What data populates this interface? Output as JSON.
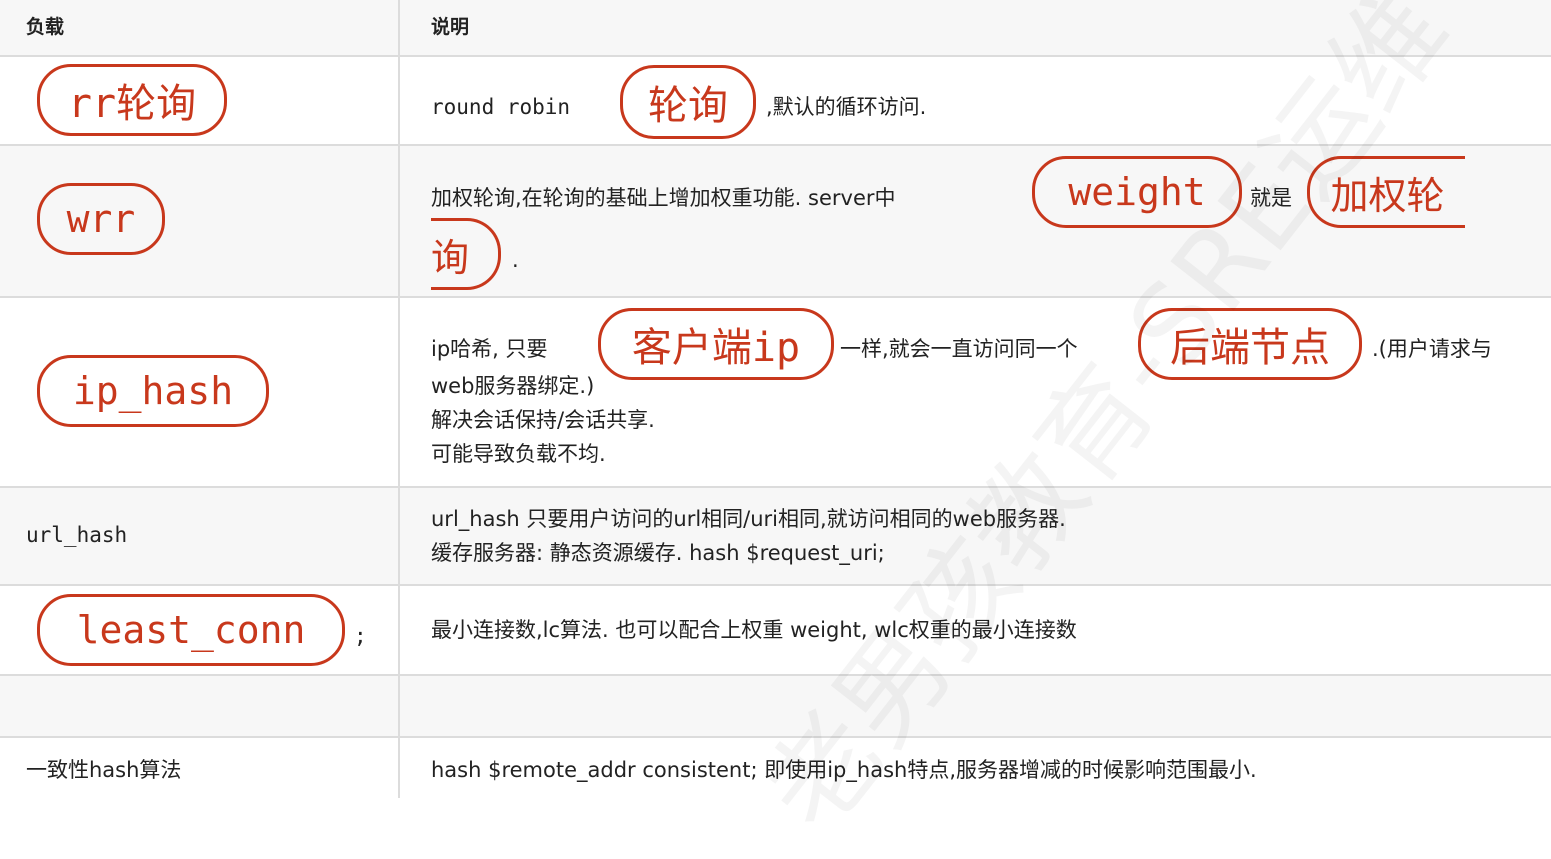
{
  "header": {
    "col1": "负载",
    "col2": "说明"
  },
  "rows": {
    "rr": {
      "name": "rr轮询",
      "desc_prefix": "round robin",
      "desc_pill": "轮询",
      "desc_suffix": ",默认的循环访问."
    },
    "wrr": {
      "name": "wrr",
      "desc_prefix": "加权轮询,在轮询的基础上增加权重功能. server中",
      "pill1": "weight",
      "mid": "就是",
      "pill2a": "加权轮",
      "pill2b": "询",
      "end": "."
    },
    "ip_hash": {
      "name": "ip_hash",
      "line1_prefix": "ip哈希, 只要",
      "pill1": "客户端ip",
      "line1_mid": "一样,就会一直访问同一个",
      "pill2": "后端节点",
      "line1_suffix": ".(用户请求与",
      "line2": "web服务器绑定.)",
      "line3": "解决会话保持/会话共享.",
      "line4": "可能导致负载不均."
    },
    "url_hash": {
      "name": "url_hash",
      "line1": "url_hash 只要用户访问的url相同/uri相同,就访问相同的web服务器.",
      "line2": "缓存服务器: 静态资源缓存. hash $request_uri;"
    },
    "least_conn": {
      "name": "least_conn",
      "name_suffix": ";",
      "desc": "最小连接数,lc算法. 也可以配合上权重 weight, wlc权重的最小连接数"
    },
    "consistent": {
      "name": "一致性hash算法",
      "desc": "hash $remote_addr consistent; 即使用ip_hash特点,服务器增减的时候影响范围最小."
    }
  },
  "watermark": "老男孩教育-SRE运维",
  "colors": {
    "accent": "#c8381c",
    "border": "#dcdcdc",
    "alt_bg": "#f7f7f7"
  }
}
